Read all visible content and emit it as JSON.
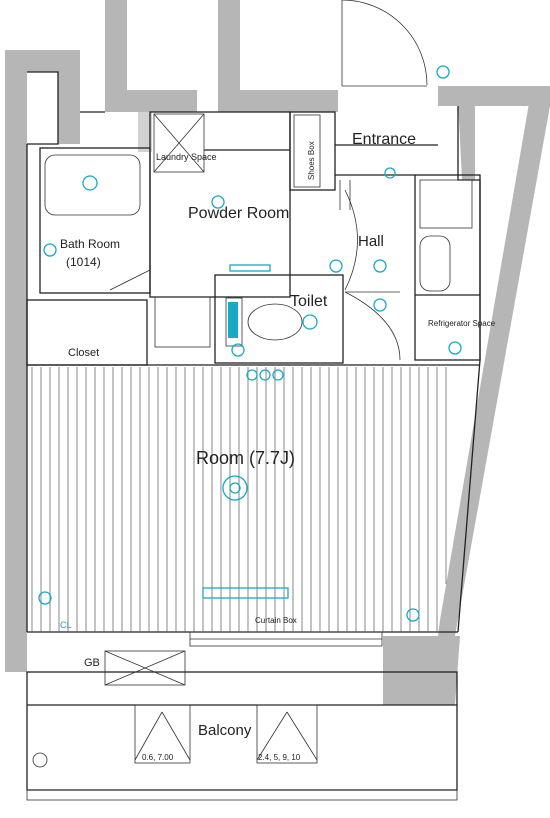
{
  "rooms": {
    "entrance": "Entrance",
    "shoes_box": "Shoes Box",
    "laundry_space": "Laundry Space",
    "powder_room": "Powder Room",
    "bath_room": "Bath Room",
    "bath_size": "(1014)",
    "hall": "Hall",
    "toilet": "Toilet",
    "closet": "Closet",
    "room": "Room (7.7J)",
    "refrigerator_space": "Refrigerator Space",
    "curtain_box": "Curtain Box",
    "balcony": "Balcony",
    "gb": "GB",
    "cl_left": "CL",
    "vent_left": "0.6, 7.00",
    "vent_right": "2.4, 5, 9, 10"
  },
  "colors": {
    "wall": "#b6b6b6",
    "line": "#222222",
    "annotation": "#18a9c4"
  }
}
